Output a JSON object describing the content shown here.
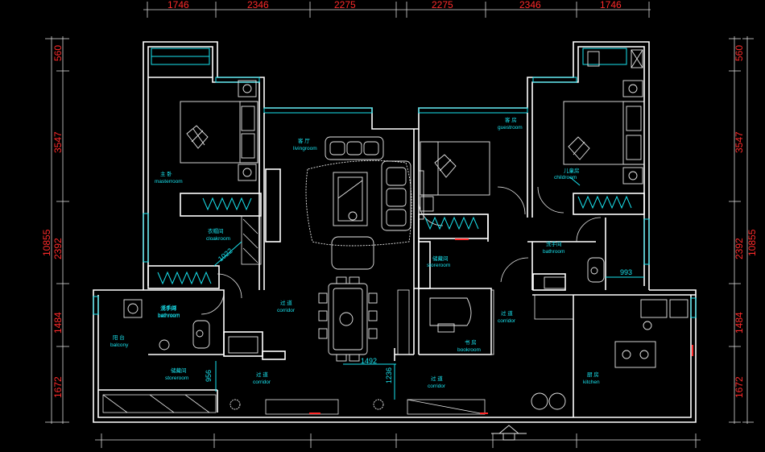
{
  "dimensions": {
    "top": [
      "1746",
      "2346",
      "2275",
      "2275",
      "2346",
      "1746"
    ],
    "left": [
      "560",
      "3547",
      "10855",
      "2392",
      "1484",
      "1672"
    ],
    "right": [
      "560",
      "3547",
      "2392",
      "10855",
      "1484",
      "1672"
    ],
    "inner": [
      "1022",
      "993",
      "956",
      "1492",
      "1236"
    ]
  },
  "rooms": [
    {
      "cn": "主 卧",
      "en": "masterroom"
    },
    {
      "cn": "客 厅",
      "en": "livingroom"
    },
    {
      "cn": "客 房",
      "en": "guestroom"
    },
    {
      "cn": "儿童房",
      "en": "childroom"
    },
    {
      "cn": "衣帽间",
      "en": "cloakroom"
    },
    {
      "cn": "储藏间",
      "en": "storeroom"
    },
    {
      "cn": "洗手间",
      "en": "bathroom"
    },
    {
      "cn": "洗手间",
      "en": "bathroom"
    },
    {
      "cn": "过 道",
      "en": "corridor"
    },
    {
      "cn": "过 道",
      "en": "corridor"
    },
    {
      "cn": "阳 台",
      "en": "balcony"
    },
    {
      "cn": "洗手间",
      "en": "bathroom"
    },
    {
      "cn": "储藏间",
      "en": "storeroom"
    },
    {
      "cn": "过 道",
      "en": "corridor"
    },
    {
      "cn": "过 道",
      "en": "corridor"
    },
    {
      "cn": "书 房",
      "en": "bookroom"
    },
    {
      "cn": "厨 房",
      "en": "kitchen"
    }
  ],
  "colors": {
    "dimension": "#ff2a2a",
    "label": "#19e3ef",
    "wall": "#ffffff"
  }
}
